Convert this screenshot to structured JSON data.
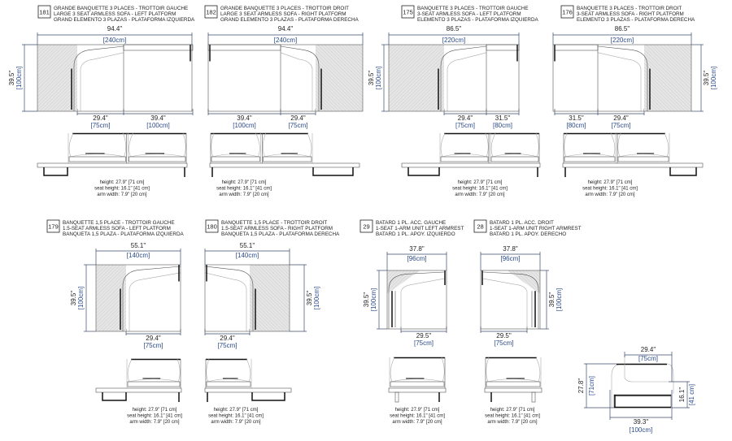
{
  "panels": [
    {
      "code": "181",
      "lines": [
        "GRANDE BANQUETTE 3 PLACES - TROTTOIR GAUCHE",
        "LARGE 3 SEAT ARMLESS SOFA - LEFT PLATFORM",
        "GRAND ELEMENTO 3 PLAZAS - PLATAFORMA IZQUIERDA"
      ],
      "width": {
        "in": "94.4\"",
        "cm": "[240cm]"
      },
      "depth": {
        "in": "39.5\"",
        "cm": "[100cm]"
      },
      "segments": [
        {
          "in": "29.4\"",
          "cm": "[75cm]"
        },
        {
          "in": "39.4\"",
          "cm": "[100cm]"
        }
      ],
      "specs": [
        "height: 27.9\" [71 cm]",
        "seat height: 16.1\" [41 cm]",
        "arm width: 7.9\" [20 cm]"
      ]
    },
    {
      "code": "182",
      "lines": [
        "GRANDE BANQUETTE 3 PLACES - TROTTOIR DROIT",
        "LARGE 3 SEAT ARMLESS SOFA - RIGHT PLATFORM",
        "GRAND ELEMENTO 3 PLAZAS - PLATAFORMA DERECHA"
      ],
      "width": {
        "in": "94.4\"",
        "cm": "[240cm]"
      },
      "segments": [
        {
          "in": "39.4\"",
          "cm": "[100cm]"
        },
        {
          "in": "29.4\"",
          "cm": "[75cm]"
        }
      ],
      "specs": [
        "height: 27.9\" [71 cm]",
        "seat height: 16.1\" [41 cm]",
        "arm width: 7.9\" [20 cm]"
      ]
    },
    {
      "code": "175",
      "lines": [
        "BANQUETTE 3 PLACES - TROTTOIR GAUCHE",
        "3-SEAT ARMLESS SOFA - LEFT PLATFORM",
        "ELEMENTO 3 PLAZAS - PLATAFORMA IZQUIERDA"
      ],
      "width": {
        "in": "86.5\"",
        "cm": "[220cm]"
      },
      "depth": {
        "in": "39.5\"",
        "cm": "[100cm]"
      },
      "segments": [
        {
          "in": "29.4\"",
          "cm": "[75cm]"
        },
        {
          "in": "31.5\"",
          "cm": "[80cm]"
        }
      ],
      "specs": [
        "height: 27.9\" [71 cm]",
        "seat height: 16.1\" [41 cm]",
        "arm width: 7.9\" [20 cm]"
      ]
    },
    {
      "code": "176",
      "lines": [
        "BANQUETTE 3 PLACES - TROTTOIR DROIT",
        "3-SEAT ARMLESS SOFA - RIGHT PLATFORM",
        "ELEMENTO 3 PLAZAS - PLATAFORMA DERECHA"
      ],
      "width": {
        "in": "86.5\"",
        "cm": "[220cm]"
      },
      "depth": {
        "in": "39.5\"",
        "cm": "[100cm]"
      },
      "segments": [
        {
          "in": "31.5\"",
          "cm": "[80cm]"
        },
        {
          "in": "29.4\"",
          "cm": "[75cm]"
        }
      ],
      "specs": [
        "height: 27.9\" [71 cm]",
        "seat height: 16.1\" [41 cm]",
        "arm width: 7.9\" [20 cm]"
      ]
    },
    {
      "code": "179",
      "lines": [
        "BANQUETTE 1,5 PLACE - TROTTOIR GAUCHE",
        "1.5-SEAT ARMLESS SOFA - LEFT PLATFORM",
        "BANQUETA 1,5 PLAZA - PLATAFORMA IZQUIERDA"
      ],
      "width": {
        "in": "55.1\"",
        "cm": "[140cm]"
      },
      "depth": {
        "in": "39.5\"",
        "cm": "[100cm]"
      },
      "segments": [
        {
          "in": "29.4\"",
          "cm": "[75cm]"
        }
      ],
      "specs": [
        "height: 27.9\" [71 cm]",
        "seat height: 16.1\" [41 cm]",
        "arm width: 7.9\" [20 cm]"
      ]
    },
    {
      "code": "180",
      "lines": [
        "BANQUETTE 1,5 PLACE - TROTTOIR DROIT",
        "1.5-SEAT ARMLESS SOFA - RIGHT PLATFORM",
        "BANQUETA 1,5 PLAZA - PLATAFORMA DERECHA"
      ],
      "width": {
        "in": "55.1\"",
        "cm": "[140cm]"
      },
      "depth": {
        "in": "39.5\"",
        "cm": "[100cm]"
      },
      "segments": [
        {
          "in": "29.4\"",
          "cm": "[75cm]"
        }
      ],
      "specs": [
        "height: 27.9\" [71 cm]",
        "seat height: 16.1\" [41 cm]",
        "arm width: 7.9\" [20 cm]"
      ]
    },
    {
      "code": "29",
      "lines": [
        "BATARD 1 PL. ACC. GAUCHE",
        "1-SEAT 1-ARM UNIT LEFT ARMREST",
        "BATARD 1 PL. APOY. IZQUIERDO"
      ],
      "width": {
        "in": "37.8\"",
        "cm": "[96cm]"
      },
      "depth": {
        "in": "39.5\"",
        "cm": "[100cm]"
      },
      "segments": [
        {
          "in": "29.5\"",
          "cm": "[75cm]"
        }
      ],
      "specs": [
        "height: 27.9\" [71 cm]",
        "seat height: 16.1\" [41 cm]",
        "arm width: 7.9\" [20 cm]"
      ]
    },
    {
      "code": "28",
      "lines": [
        "BATARD 1 PL. ACC. DROIT",
        "1-SEAT 1-ARM UNIT RIGHT ARMREST",
        "BATARD 1 PL. APOY. DERECHO"
      ],
      "width": {
        "in": "37.8\"",
        "cm": "[96cm]"
      },
      "depth": {
        "in": "39.5\"",
        "cm": "[100cm]"
      },
      "segments": [
        {
          "in": "29.5\"",
          "cm": "[75cm]"
        }
      ],
      "specs": [
        "height: 27.9\" [71 cm]",
        "seat height: 16.1\" [41 cm]",
        "arm width: 7.9\" [20 cm]"
      ]
    }
  ],
  "side_view": {
    "depth": {
      "in": "29.4\"",
      "cm": "[75cm]"
    },
    "height": {
      "in": "27.8\"",
      "cm": "[71cm]"
    },
    "seat_height": {
      "in": "16.1\"",
      "cm": "[41 cm]"
    },
    "width": {
      "in": "39.3\"",
      "cm": "[100cm]"
    }
  }
}
